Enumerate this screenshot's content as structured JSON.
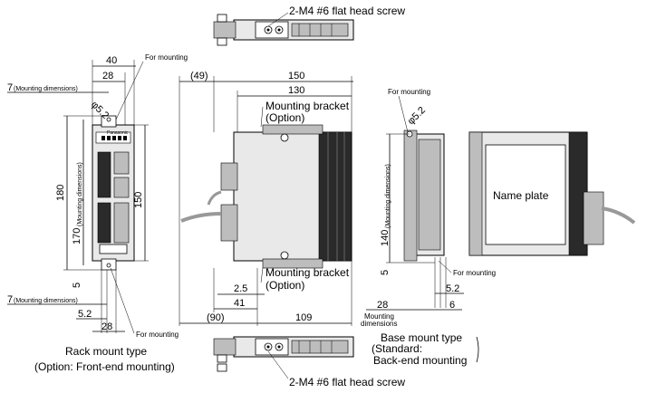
{
  "top_screw_label": "2-M4  #6 flat head screw",
  "bottom_screw_label": "2-M4  #6 flat head screw",
  "front": {
    "dim_40": "40",
    "dim_28_top": "28",
    "for_mounting_top": "For mounting",
    "mount_dim_top_value": "7",
    "mount_dim_top_text": "(Mounting dimensions)",
    "dim_phi52": "φ5.2",
    "dim_180": "180",
    "dim_170": "170",
    "dim_170_text": "(Mounting dimensions)",
    "dim_150": "150",
    "dim_5": "5",
    "mount_dim_bot_value": "7",
    "mount_dim_bot_text": "(Mounting dimensions)",
    "dim_52": "5.2",
    "dim_28_bot": "28",
    "for_mounting_bot": "For mounting",
    "caption_line1": "Rack mount type",
    "caption_line2": "(Option: Front-end mounting)",
    "brand": "Panasonic"
  },
  "side": {
    "dim_49": "(49)",
    "dim_150": "150",
    "dim_130": "130",
    "bracket_top_line1": "Mounting bracket",
    "bracket_top_line2": "(Option)",
    "bracket_bot_line1": "Mounting bracket",
    "bracket_bot_line2": "(Option)",
    "dim_25": "2.5",
    "dim_41": "41",
    "dim_90": "(90)",
    "dim_109": "109"
  },
  "base": {
    "for_mounting_top": "For mounting",
    "dim_phi52": "φ5.2",
    "dim_140": "140",
    "dim_140_text": "(Mounting dimensions)",
    "dim_5": "5",
    "for_mounting_bot": "For mounting",
    "dim_52": "5.2",
    "dim_28": "28",
    "dim_6": "6",
    "mount_dims_line1": "Mounting",
    "mount_dims_line2": "dimensions",
    "name_plate": "Name plate",
    "caption_line1": "Base mount type",
    "caption_line2": "(Standard:",
    "caption_line3": "Back-end mounting"
  }
}
